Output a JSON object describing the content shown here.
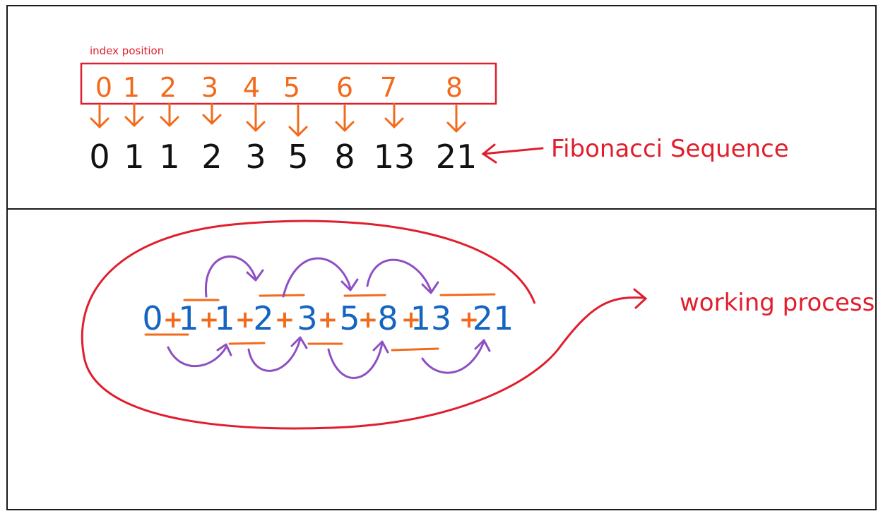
{
  "colors": {
    "frame": "#1a1a1a",
    "red": "#e01e2d",
    "orange": "#f26a1b",
    "blue": "#1565c0",
    "purple": "#8e4fc4",
    "black": "#111111"
  },
  "top_panel": {
    "index_label": "index position",
    "indices": [
      "0",
      "1",
      "2",
      "3",
      "4",
      "5",
      "6",
      "7",
      "8"
    ],
    "sequence": [
      "0",
      "1",
      "1",
      "2",
      "3",
      "5",
      "8",
      "13",
      "21"
    ],
    "sequence_label": "Fibonacci Sequence"
  },
  "bottom_panel": {
    "terms": [
      "0",
      "1",
      "1",
      "2",
      "3",
      "5",
      "8",
      "13",
      "21"
    ],
    "operator": "+",
    "process_label": "working process"
  }
}
